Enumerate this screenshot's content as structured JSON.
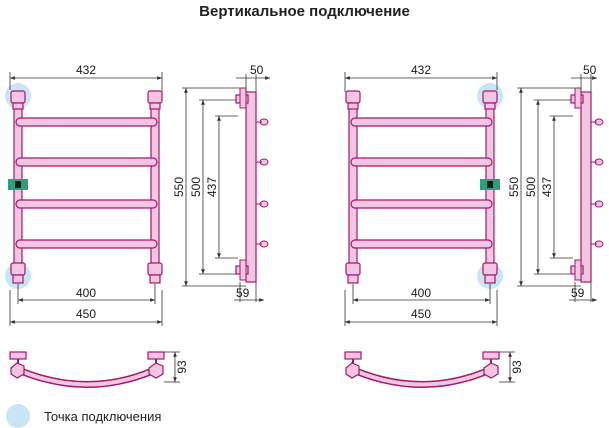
{
  "title": "Вертикальное подключение",
  "legend": {
    "label": "Точка подключения",
    "color": "#c8e6f6"
  },
  "colors": {
    "tube": "#a0196b",
    "tube_light": "#f2c6e2",
    "dim": "#333333",
    "valve": "#2f9e7a",
    "circle": "#c8e6f6"
  },
  "drawings": [
    {
      "top_width": "432",
      "bottom_inner": "400",
      "bottom_outer": "450",
      "height_outer": "550",
      "height_mid": "500",
      "height_inner": "437",
      "depth": "50",
      "offset": "59",
      "plan_depth": "93",
      "connections": "left"
    },
    {
      "top_width": "432",
      "bottom_inner": "400",
      "bottom_outer": "450",
      "height_outer": "550",
      "height_mid": "500",
      "height_inner": "437",
      "depth": "50",
      "offset": "59",
      "plan_depth": "93",
      "connections": "right"
    }
  ]
}
